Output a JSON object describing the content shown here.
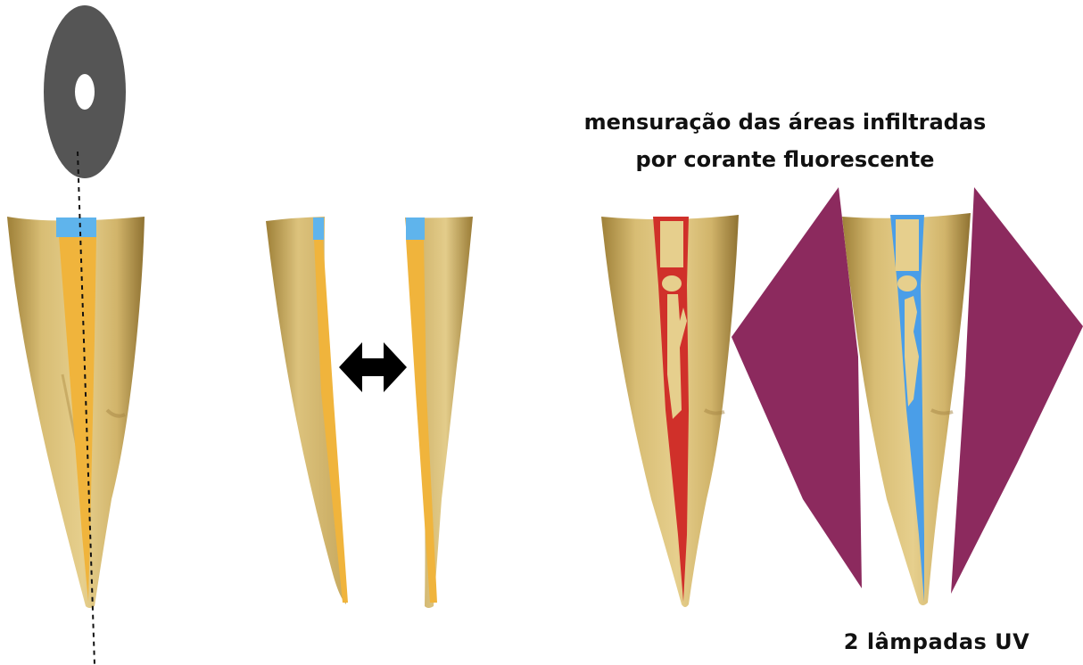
{
  "captions": {
    "measurement_line1": "mensuração das  áreas infiltradas",
    "measurement_line2": "por corante fluorescente",
    "lamps": "2 lâmpadas  UV"
  },
  "colors": {
    "background": "#ffffff",
    "tooth_body": "#d9bd73",
    "tooth_shadow": "#a98a44",
    "filling": "#f0b43c",
    "seal_top": "#5fb4ec",
    "dye_red": "#d0302a",
    "dye_blue": "#4a9ee8",
    "cutting_disc": "#555555",
    "uv_lamp": "#8c2a5e",
    "arrow": "#000000"
  },
  "icons": {
    "cutting_disc": "cutting-disc-icon",
    "split_arrow": "double-arrow-icon",
    "uv_lamp": "uv-lamp-icon"
  }
}
